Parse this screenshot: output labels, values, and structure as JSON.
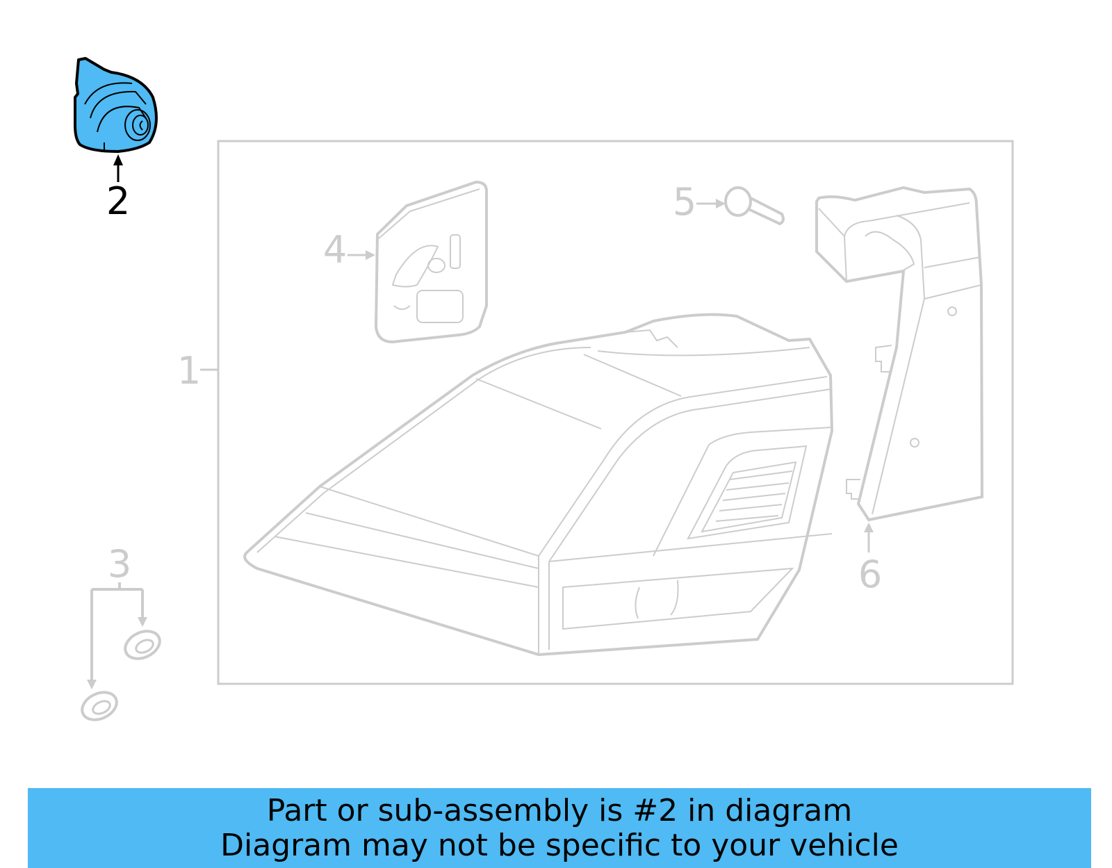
{
  "diagram": {
    "highlight_color": "#4fbaf3",
    "inactive_color": "#cccccc",
    "callouts": [
      {
        "number": "1",
        "label": "1",
        "highlighted": false
      },
      {
        "number": "2",
        "label": "2",
        "highlighted": true
      },
      {
        "number": "3",
        "label": "3",
        "highlighted": false
      },
      {
        "number": "4",
        "label": "4",
        "highlighted": false
      },
      {
        "number": "5",
        "label": "5",
        "highlighted": false
      },
      {
        "number": "6",
        "label": "6",
        "highlighted": false
      }
    ]
  },
  "banner": {
    "line1": "Part or sub-assembly is #2 in diagram",
    "line2": "Diagram may not be specific to your vehicle",
    "background": "#4fbaf3"
  }
}
